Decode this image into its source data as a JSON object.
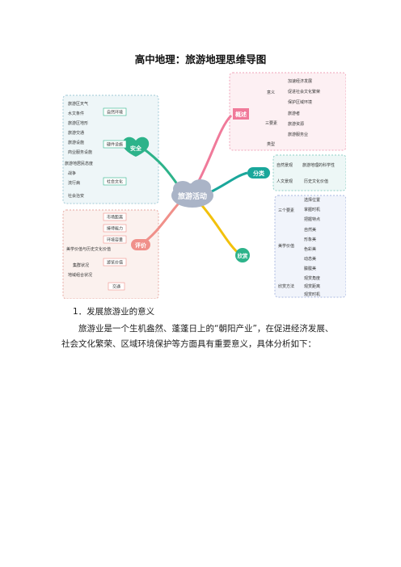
{
  "document": {
    "title": "高中地理：旅游地理思维导图",
    "section_heading": "1．发展旅游业的意义",
    "paragraph": "旅游业是一个生机盎然、蓬蓬日上的“朝阳产业”，在促进经济发展、社会文化繁荣、区域环境保护等方面具有重要意义，具体分析如下："
  },
  "mindmap": {
    "center": "旅游活动",
    "branches": {
      "safety": {
        "label": "安全",
        "color": "#2db38a",
        "groups": [
          {
            "label": "自然环境",
            "leaves": [
              "旅游区天气",
              "水文条件",
              "旅游区地形"
            ]
          },
          {
            "label": "硬件设施",
            "leaves": [
              "旅游交通",
              "旅游设施",
              "商业服务设施"
            ]
          },
          {
            "label": "社会文化",
            "leaves": [
              "旅游地居民态度",
              "战争",
              "流行病",
              "社会治安"
            ]
          }
        ]
      },
      "evaluation": {
        "label": "评价",
        "color": "#f0908a",
        "groups": [
          {
            "label": "市场距离",
            "leaves": []
          },
          {
            "label": "接待能力",
            "leaves": []
          },
          {
            "label": "环境容量",
            "leaves": []
          },
          {
            "label": "游览价值",
            "leaves": [
              "美学价值与历史文化价值",
              "集群状况",
              "地域组合状况"
            ]
          },
          {
            "label": "交通",
            "leaves": []
          }
        ]
      },
      "overview": {
        "label": "概述",
        "color": "#f07a9a",
        "groups": [
          {
            "label": "意义",
            "leaves": [
              "加速经济发展",
              "促进社会文化繁荣",
              "保护区域环境"
            ]
          },
          {
            "label": "三要素",
            "leaves": [
              "旅游者",
              "旅游资源",
              "旅游服务业"
            ]
          },
          {
            "label": "类型",
            "leaves": []
          }
        ]
      },
      "classification": {
        "label": "分类",
        "color": "#1aa79b",
        "groups": [
          {
            "label": "自然景观",
            "leaves": [
              "旅游地理的科学性"
            ]
          },
          {
            "label": "人文景观",
            "leaves": [
              "历史文化价值"
            ]
          }
        ]
      },
      "appreciation": {
        "label": "欣赏",
        "color": "#f2c10c",
        "groups": [
          {
            "label": "三个要素",
            "leaves": [
              "选择位置",
              "掌握时机",
              "把握特点"
            ]
          },
          {
            "label": "美学价值",
            "leaves": [
              "自然美",
              "形象美",
              "色彩美",
              "动态美",
              "朦胧美"
            ]
          },
          {
            "label": "欣赏方法",
            "leaves": [
              "观赏角度",
              "观赏距离",
              "观赏时机"
            ]
          }
        ]
      }
    }
  }
}
